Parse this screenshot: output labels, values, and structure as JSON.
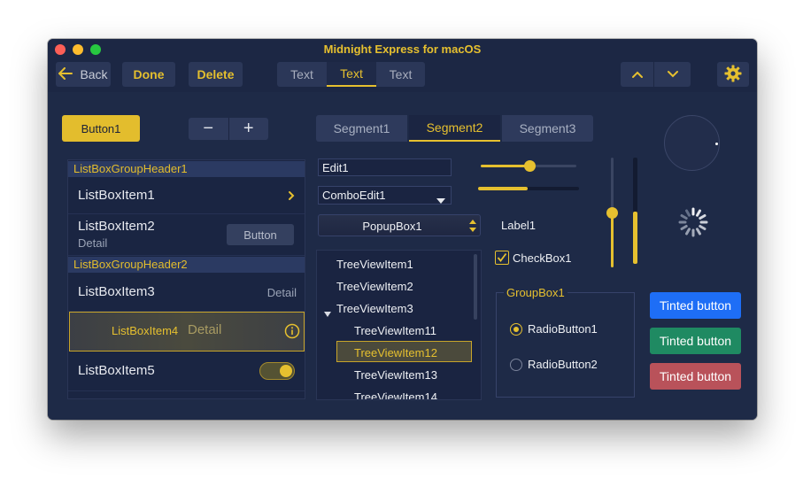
{
  "window": {
    "title": "Midnight Express for macOS"
  },
  "toolbar": {
    "back_label": "Back",
    "done_label": "Done",
    "delete_label": "Delete",
    "segments": [
      "Text",
      "Text",
      "Text"
    ],
    "selected_segment": 1,
    "up_icon": "chevron-up-icon",
    "down_icon": "chevron-down-icon",
    "settings_icon": "gear-icon"
  },
  "left": {
    "button1": "Button1",
    "stepper_minus": "−",
    "stepper_plus": "+",
    "listbox": {
      "group1": "ListBoxGroupHeader1",
      "item1": "ListBoxItem1",
      "item2": "ListBoxItem2",
      "item2_detail": "Detail",
      "item2_button": "Button",
      "group2": "ListBoxGroupHeader2",
      "item3": "ListBoxItem3",
      "item3_detail": "Detail",
      "item4": "ListBoxItem4",
      "item4_detail": "Detail",
      "item5": "ListBoxItem5",
      "item5_toggle_on": true
    }
  },
  "middle": {
    "segments": [
      "Segment1",
      "Segment2",
      "Segment3"
    ],
    "selected_segment": 1,
    "edit1": "Edit1",
    "combo_edit1": "ComboEdit1",
    "popup_box1": "PopupBox1",
    "tree": [
      {
        "label": "TreeViewItem1",
        "level": 0
      },
      {
        "label": "TreeViewItem2",
        "level": 0
      },
      {
        "label": "TreeViewItem3",
        "level": 0,
        "expanded": true
      },
      {
        "label": "TreeViewItem11",
        "level": 1
      },
      {
        "label": "TreeViewItem12",
        "level": 1,
        "selected": true
      },
      {
        "label": "TreeViewItem13",
        "level": 1
      },
      {
        "label": "TreeViewItem14",
        "level": 1
      }
    ]
  },
  "controls": {
    "slider1_value": 0.5,
    "progress1_value": 0.5,
    "label1": "Label1",
    "checkbox1": "CheckBox1",
    "checkbox1_checked": true,
    "vslider_value": 0.5,
    "vprogress_value": 0.5,
    "groupbox1": "GroupBox1",
    "radio1": "RadioButton1",
    "radio1_checked": true,
    "radio2": "RadioButton2",
    "radio2_checked": false
  },
  "right": {
    "tinted_buttons": [
      "Tinted button",
      "Tinted button",
      "Tinted button"
    ]
  },
  "colors": {
    "accent": "#e6c02f",
    "window_bg": "#1e2a47",
    "tint_blue": "#1e6ef6",
    "tint_green": "#1f8a62",
    "tint_red": "#b9525a"
  }
}
